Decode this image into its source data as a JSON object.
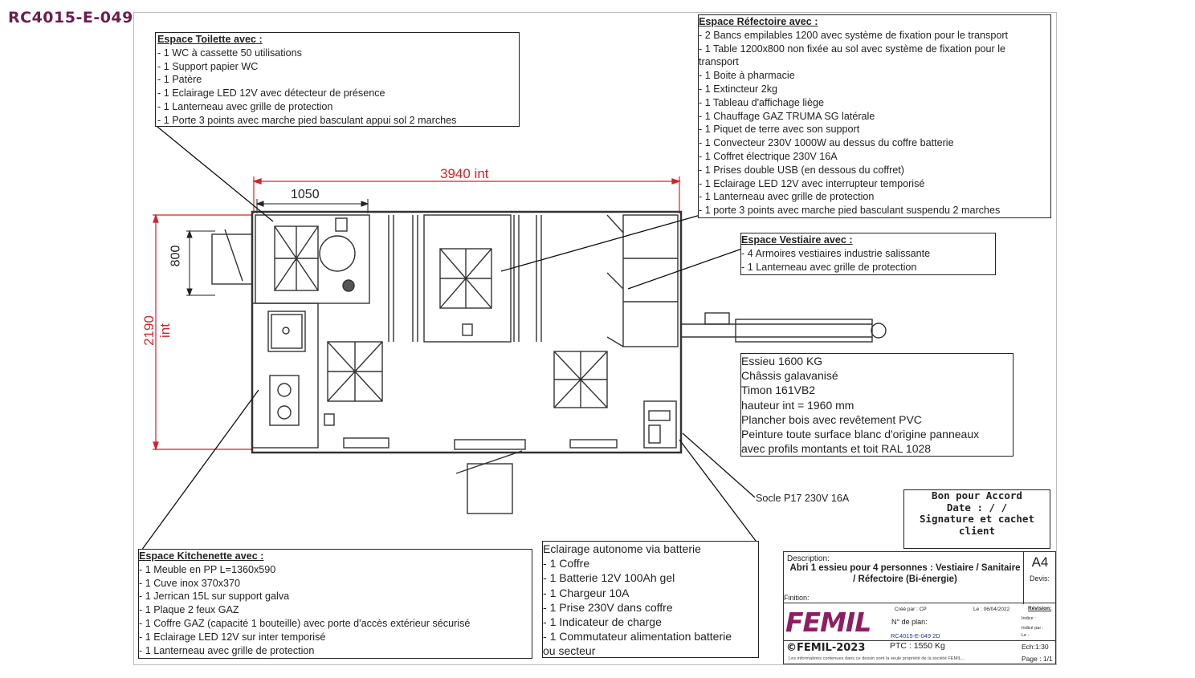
{
  "reference": "RC4015-E-049",
  "toilette": {
    "title": "Espace Toilette avec :",
    "items": [
      "1 WC à cassette 50 utilisations",
      "1 Support papier WC",
      "1 Patère",
      "1 Eclairage LED 12V avec détecteur de présence",
      "1 Lanterneau avec grille de protection",
      "1 Porte 3 points avec marche pied basculant appui sol 2 marches"
    ]
  },
  "refectoire": {
    "title": "Espace Réfectoire avec :",
    "items": [
      "2 Bancs empilables 1200 avec système de fixation pour le transport",
      "1 Table 1200x800 non fixée au sol avec système de fixation pour le",
      "transport",
      "1 Boite à pharmacie",
      "1 Extincteur 2kg",
      "1 Tableau d'affichage liège",
      "1 Chauffage GAZ TRUMA SG latérale",
      "1 Piquet de terre avec son support",
      "1 Convecteur 230V 1000W au dessus du coffre batterie",
      "1 Coffret électrique 230V 16A",
      "1 Prises double USB (en dessous du coffret)",
      "1 Eclairage LED 12V avec interrupteur temporisé",
      "1 Lanterneau avec grille de protection",
      "1 porte 3 points avec marche pied basculant suspendu 2 marches"
    ]
  },
  "vestiaire": {
    "title": "Espace Vestiaire avec :",
    "items": [
      "4 Armoires vestiaires industrie salissante",
      "1 Lanterneau avec grille de protection"
    ]
  },
  "specs": [
    "Essieu 1600 KG",
    "Châssis galavanisé",
    "Timon 161VB2",
    "hauteur int = 1960 mm",
    "Plancher bois avec revêtement PVC",
    "Peinture toute surface blanc d'origine panneaux",
    "avec profils montants et toit RAL 1028"
  ],
  "kitchenette": {
    "title": "Espace Kitchenette avec :",
    "items": [
      "1 Meuble en PP L=1360x590",
      "1 Cuve inox 370x370",
      "1 Jerrican 15L sur support galva",
      "1 Plaque 2 feux GAZ",
      "1 Coffre GAZ (capacité 1 bouteille) avec porte d'accès extérieur sécurisé",
      "1 Eclairage LED 12V sur inter temporisé",
      "1 Lanterneau avec grille de protection"
    ]
  },
  "eclairage": {
    "title": "Eclairage autonome via batterie",
    "items": [
      "1 Coffre",
      "1 Batterie 12V 100Ah gel",
      "1 Chargeur 10A",
      "1 Prise 230V dans coffre",
      "1 Indicateur de charge",
      "1 Commutateur alimentation batterie",
      "ou secteur"
    ]
  },
  "dimensions": {
    "length": "3940 int",
    "width": "2190 int",
    "toilet_width": "1050",
    "door_width": "800"
  },
  "socle": "Socle P17 230V 16A",
  "accord": {
    "line1": "Bon pour Accord",
    "line2": "Date :   /   /",
    "line3": "Signature et cachet client"
  },
  "title_block": {
    "description_label": "Description:",
    "description": "Abri 1 essieu pour 4 personnes : Vestiaire / Sanitaire / Réfectoire (Bi-énergie)",
    "format": "A4",
    "devis": "Devis:",
    "finition": "Finition:",
    "logo": "FEMIL",
    "cree_par": "Créé par : CP",
    "date": "Le : 06/04/2022",
    "revision": "Révision:",
    "plan_label": "N° de plan:",
    "plan_no": "RC4015-E-049 2D",
    "indice1": "Indice :",
    "indice2": "Indicé par :",
    "indice3": "Le :",
    "copyright": "©FEMIL-2023",
    "ptc": "PTC : 1550 Kg",
    "echelle": "Ech:1:30",
    "page": "Page : 1/1",
    "legal": "Les informations contenues dans ce dessin sont la seule propriété de la société FEMIL..."
  }
}
